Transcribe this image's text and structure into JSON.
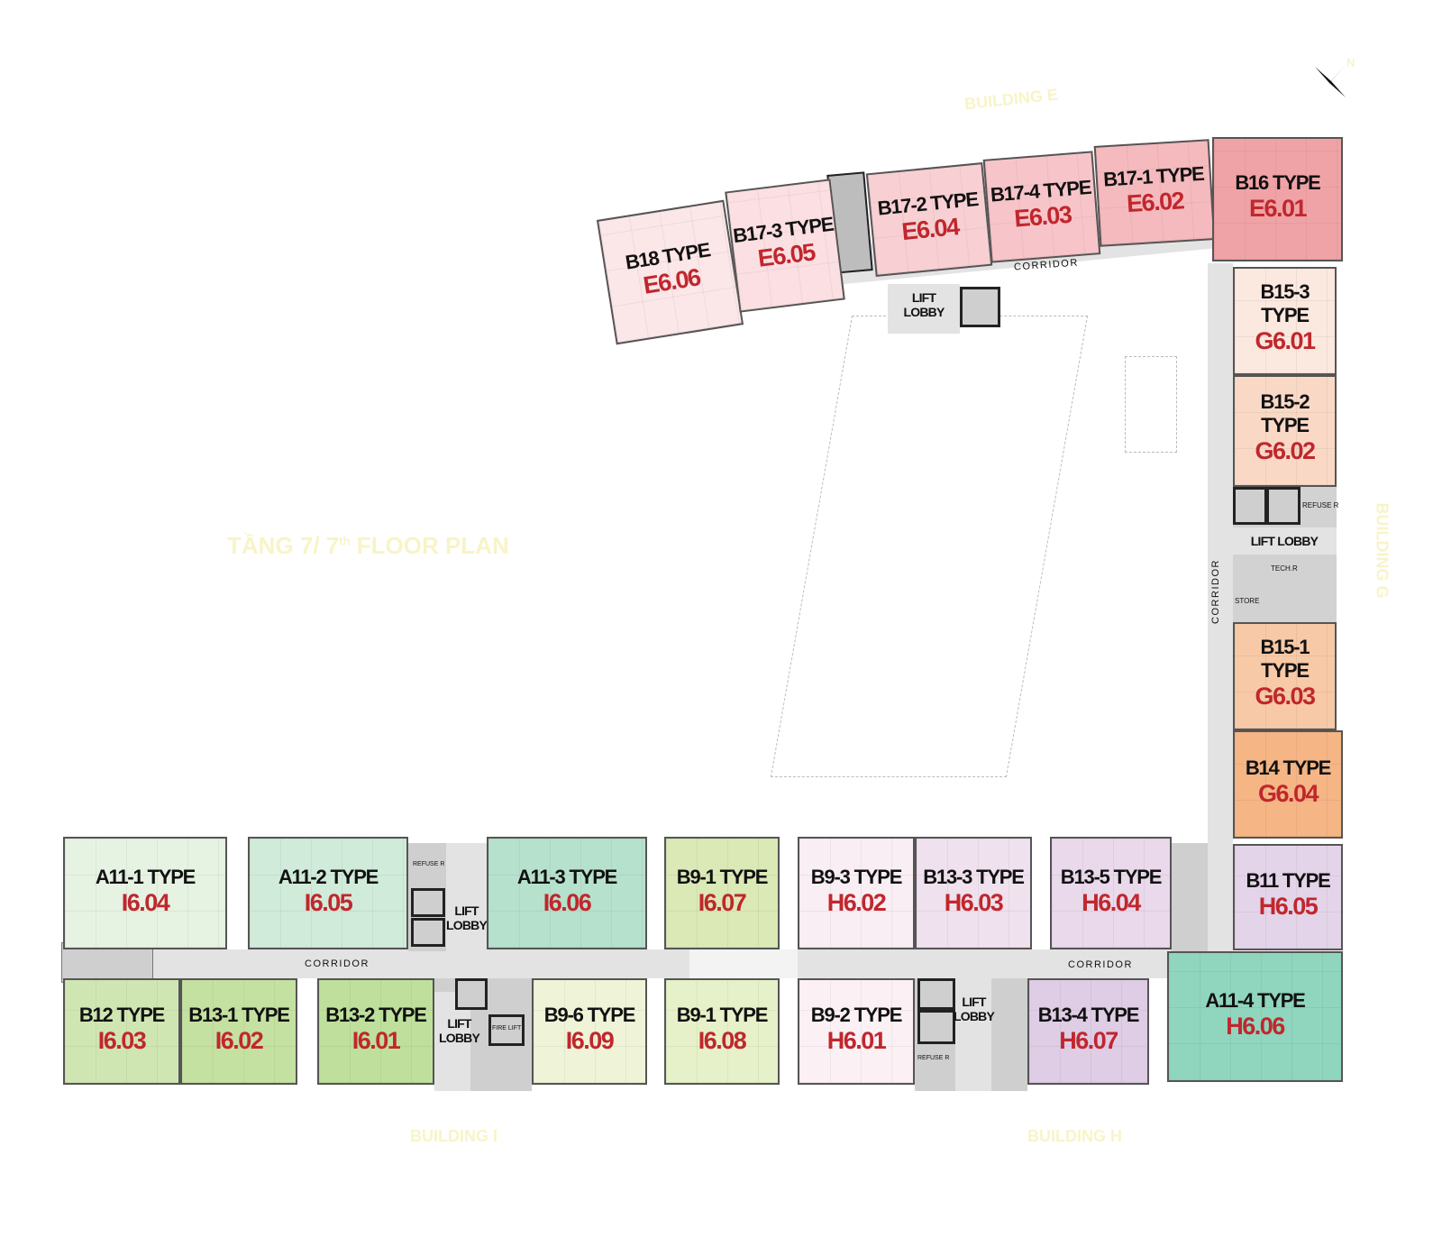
{
  "title": "TẦNG 7/ 7th FLOOR PLAN",
  "title_parts": {
    "main": "TẦNG 7/ 7",
    "sup": "th",
    "rest": " FLOOR PLAN"
  },
  "compass": {
    "label": "N"
  },
  "buildings": {
    "e": "BUILDING E",
    "g": "BUILDING G",
    "h": "BUILDING H",
    "i": "BUILDING I"
  },
  "corridor_label": "CORRIDOR",
  "lift_lobby_label": "LIFT LOBBY",
  "lift_label": "LIFT",
  "lobby_label": "LOBBY",
  "refuse_label": "REFUSE R",
  "tech_label": "TECH.R",
  "store_label": "STORE",
  "fire_lift_label": "FIRE LIFT",
  "units": [
    {
      "type": "B18 TYPE",
      "unit": "E6.06",
      "color": "#fbe6e8"
    },
    {
      "type": "B17-3 TYPE",
      "unit": "E6.05",
      "color": "#fbdfe2"
    },
    {
      "type": "B17-2 TYPE",
      "unit": "E6.04",
      "color": "#f8d0d3"
    },
    {
      "type": "B17-4 TYPE",
      "unit": "E6.03",
      "color": "#f7c5c9"
    },
    {
      "type": "B17-1 TYPE",
      "unit": "E6.02",
      "color": "#f5babe"
    },
    {
      "type": "B16 TYPE",
      "unit": "E6.01",
      "color": "#f0a3a6"
    },
    {
      "type": "B15-3 TYPE",
      "unit": "G6.01",
      "color": "#fbe8de"
    },
    {
      "type": "B15-2 TYPE",
      "unit": "G6.02",
      "color": "#f9d9c6"
    },
    {
      "type": "B15-1 TYPE",
      "unit": "G6.03",
      "color": "#f7c9a6"
    },
    {
      "type": "B14 TYPE",
      "unit": "G6.04",
      "color": "#f5b585"
    },
    {
      "type": "A11-1 TYPE",
      "unit": "I6.04",
      "color": "#e6f2e2"
    },
    {
      "type": "A11-2 TYPE",
      "unit": "I6.05",
      "color": "#d0ebd9"
    },
    {
      "type": "A11-3 TYPE",
      "unit": "I6.06",
      "color": "#b6e1cd"
    },
    {
      "type": "B9-1 TYPE",
      "unit": "I6.07",
      "color": "#dae9b6"
    },
    {
      "type": "B9-3 TYPE",
      "unit": "H6.02",
      "color": "#f8eef3"
    },
    {
      "type": "B13-3 TYPE",
      "unit": "H6.03",
      "color": "#efe1ed"
    },
    {
      "type": "B13-5 TYPE",
      "unit": "H6.04",
      "color": "#e9d9eb"
    },
    {
      "type": "B11 TYPE",
      "unit": "H6.05",
      "color": "#e4d4e9"
    },
    {
      "type": "B12 TYPE",
      "unit": "I6.03",
      "color": "#d0e6b2"
    },
    {
      "type": "B13-1 TYPE",
      "unit": "I6.02",
      "color": "#c5e1a2"
    },
    {
      "type": "B13-2 TYPE",
      "unit": "I6.01",
      "color": "#bee09c"
    },
    {
      "type": "B9-6 TYPE",
      "unit": "I6.09",
      "color": "#eff4d8"
    },
    {
      "type": "B9-1 TYPE",
      "unit": "I6.08",
      "color": "#e6f0c9"
    },
    {
      "type": "B9-2 TYPE",
      "unit": "H6.01",
      "color": "#fbf1f5"
    },
    {
      "type": "B13-4 TYPE",
      "unit": "H6.07",
      "color": "#dfcce5"
    },
    {
      "type": "A11-4 TYPE",
      "unit": "H6.06",
      "color": "#90d5bd"
    }
  ]
}
